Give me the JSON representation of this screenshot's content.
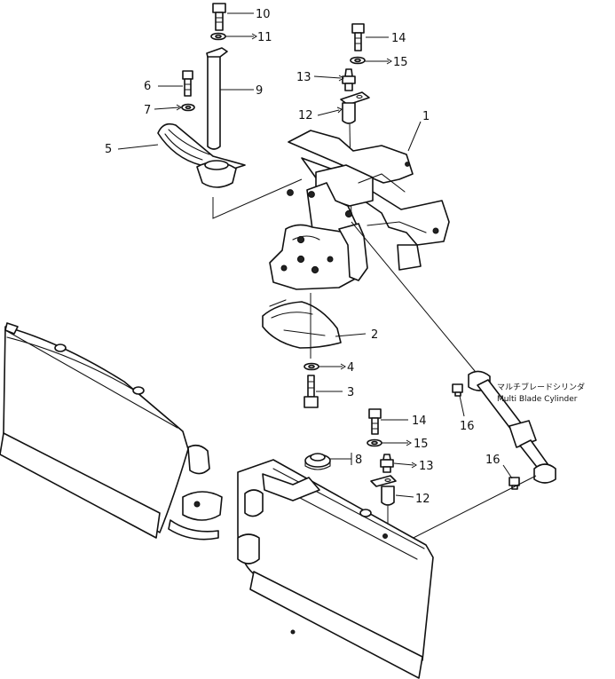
{
  "callouts": {
    "p1": "1",
    "p2": "2",
    "p3": "3",
    "p4": "4",
    "p5": "5",
    "p6": "6",
    "p7": "7",
    "p8": "8",
    "p9": "9",
    "p10": "10",
    "p11": "11",
    "p12_top": "12",
    "p13_top": "13",
    "p14_top": "14",
    "p15_top": "15",
    "p12_bottom": "12",
    "p13_bottom": "13",
    "p14_bottom": "14",
    "p15_bottom": "15",
    "p16_upper": "16",
    "p16_lower": "16"
  },
  "cylinder_label": {
    "japanese": "マルチブレードシリンダ",
    "english": "Multi Blade Cylinder"
  }
}
